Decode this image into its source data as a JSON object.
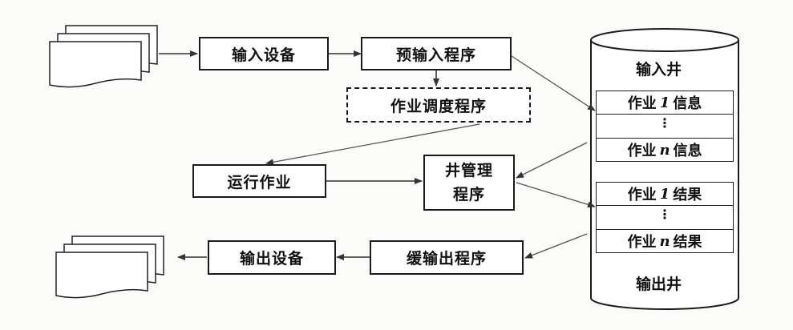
{
  "boxes": {
    "input_device": "输入设备",
    "pre_input": "预输入程序",
    "job_scheduler": "作业调度程序",
    "run_job": "运行作业",
    "spool_manager_line1": "井管理",
    "spool_manager_line2": "程序",
    "buffered_output": "缓输出程序",
    "output_device": "输出设备"
  },
  "storage": {
    "input_well_label": "输入井",
    "output_well_label": "输出井",
    "slots": {
      "job_1_info": {
        "prefix": "作业",
        "index": "1",
        "suffix": "信息"
      },
      "job_n_info": {
        "prefix": "作业",
        "index": "n",
        "suffix": "信息"
      },
      "job_1_result": {
        "prefix": "作业",
        "index": "1",
        "suffix": "结果"
      },
      "job_n_result": {
        "prefix": "作业",
        "index": "n",
        "suffix": "结果"
      }
    },
    "ellipsis": "⋮"
  },
  "colors": {
    "line": "#1a1a1a",
    "arrow": "#555555"
  }
}
